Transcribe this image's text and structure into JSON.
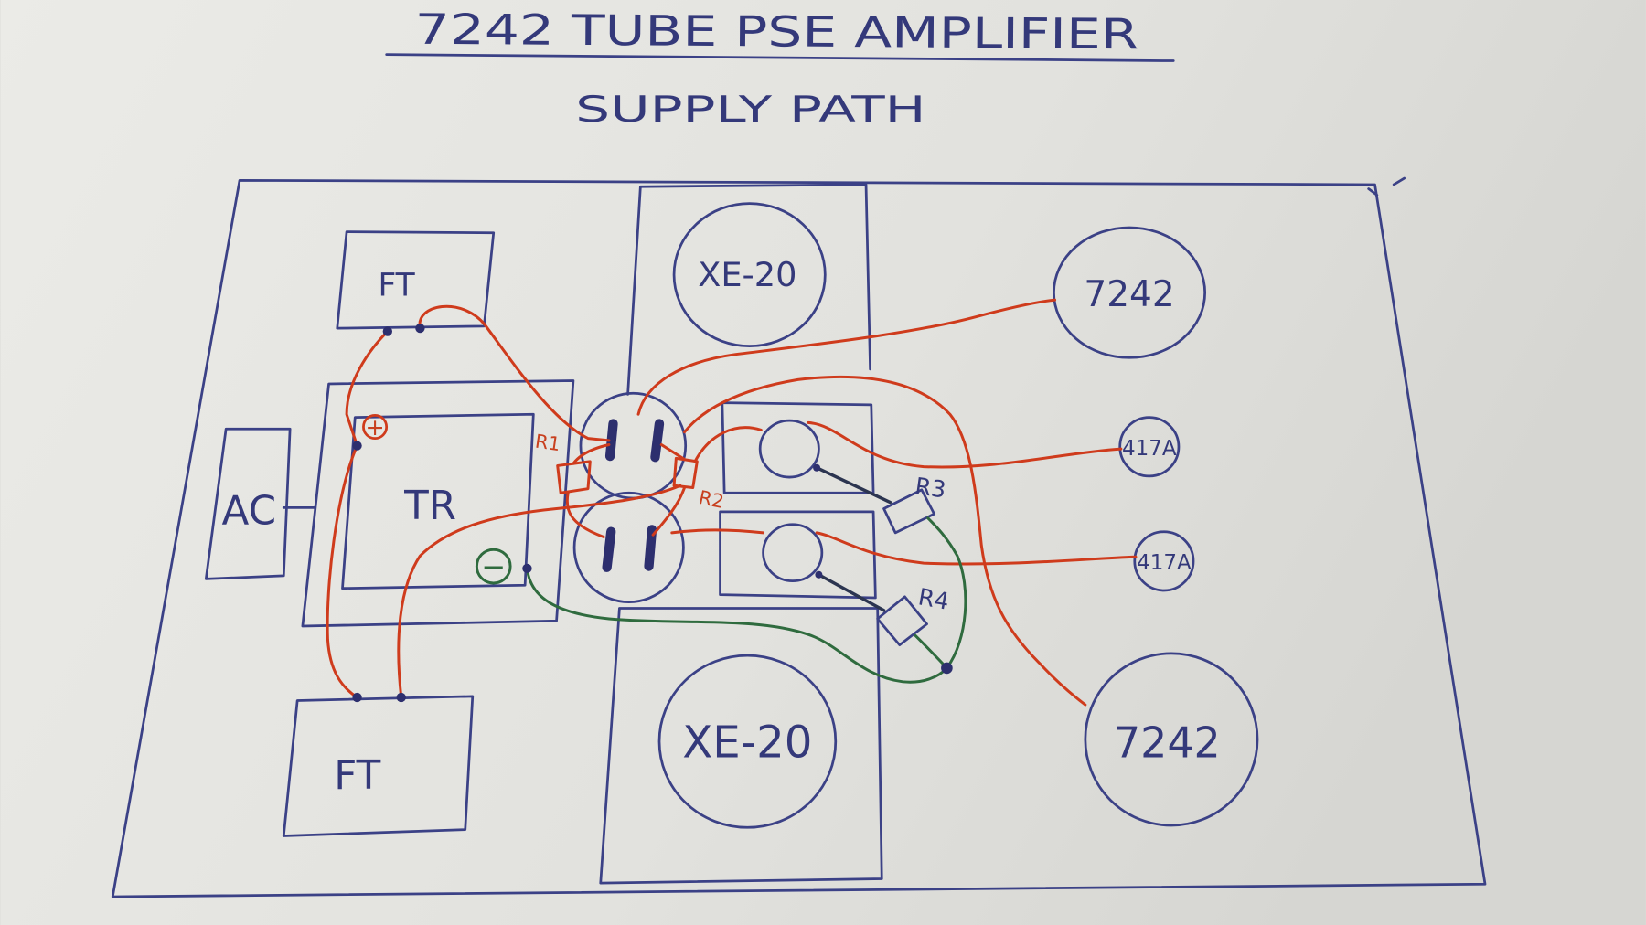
{
  "title": "7242 TUBE PSE AMPLIFIER",
  "subtitle": "SUPPLY PATH",
  "blocks": {
    "ft_top": "FT",
    "ft_bottom": "FT",
    "transformer": "TR",
    "ac": "AC",
    "xe20_top": "XE-20",
    "xe20_bottom": "XE-20"
  },
  "tubes": {
    "t7242_top": "7242",
    "t7242_bottom": "7242",
    "t417a_top": "417A",
    "t417a_bottom": "417A"
  },
  "resistors": {
    "r1": "R1",
    "r2": "R2",
    "r3": "R3",
    "r4": "R4"
  },
  "polarity": {
    "positive": "+",
    "negative": "−"
  },
  "colors": {
    "ink": "#3b4186",
    "wire_red": "#cf3b1c",
    "wire_green": "#2f6b3e",
    "paper": "#e4e4e0"
  }
}
